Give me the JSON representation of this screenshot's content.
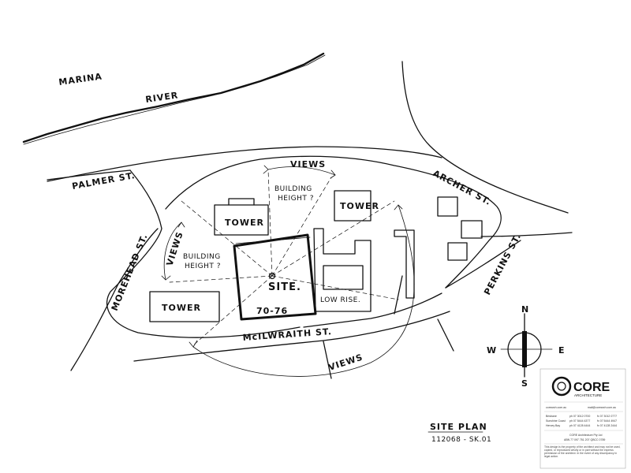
{
  "labels": {
    "marina": "MARINA",
    "river": "RIVER",
    "palmer": "PALMER ST.",
    "morehead": "MOREHEAD ST.",
    "archer": "ARCHER ST.",
    "perkins": "PERKINS ST.",
    "mcilwraith": "McILWRAITH ST.",
    "views_top": "VIEWS",
    "views_left": "VIEWS",
    "views_bottom": "VIEWS",
    "bh_top_1": "BUILDING",
    "bh_top_2": "HEIGHT ?",
    "bh_left_1": "BUILDING",
    "bh_left_2": "HEIGHT ?",
    "tower_1": "TOWER",
    "tower_2": "TOWER",
    "tower_3": "TOWER",
    "site": "SITE.",
    "site_num": "70-76",
    "low_rise": "LOW RISE."
  },
  "compass": {
    "n": "N",
    "s": "S",
    "e": "E",
    "w": "W"
  },
  "title": {
    "main": "SITE PLAN",
    "sub": "112068 - SK.01"
  },
  "titleblock": {
    "logo": "CORE",
    "tagline": "ARCHITECTURE",
    "web": "corearch.com.au",
    "email": "mail@corearch.com.au",
    "offices": [
      {
        "city": "Brisbane",
        "ph": "ph 07 3012 0700",
        "fx": "fx 07 3012 0777"
      },
      {
        "city": "Sunshine Coast",
        "ph": "ph 07 5444 4377",
        "fx": "fx 07 5444 4947"
      },
      {
        "city": "Hervey Bay",
        "ph": "ph 07 4128 4444",
        "fx": "fx 07 4128 2444"
      }
    ],
    "company": "CORE Architecture Pty Ltd",
    "abn": "ABN 77 097 751 207 QBCC 0789",
    "disclaimer": "This design is the property of the architect and may not be used, copied, or reproduced wholly or in part without the express permission of the architect. In the event of any discrepancy in legal action."
  }
}
